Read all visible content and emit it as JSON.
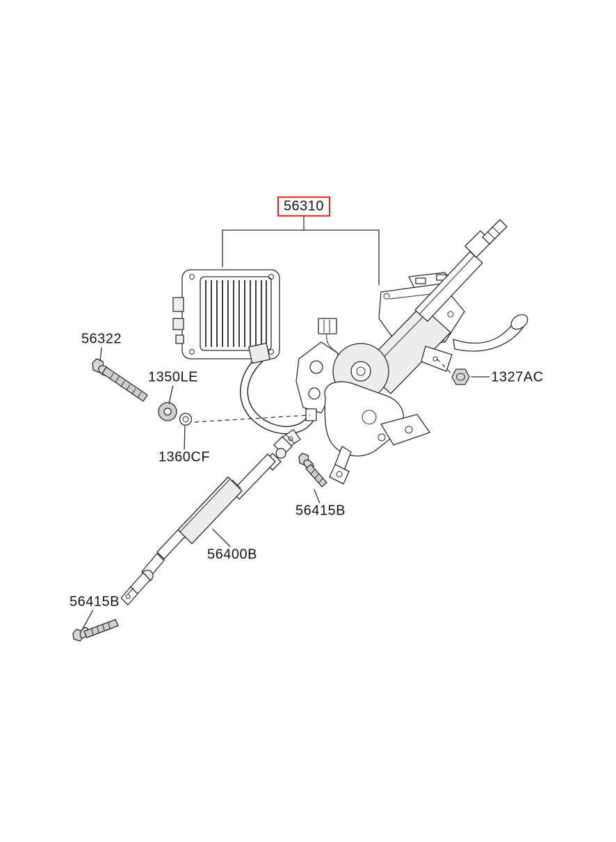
{
  "diagram": {
    "type": "exploded-parts-diagram",
    "subject": "steering-column-and-shaft",
    "colors": {
      "background": "#ffffff",
      "line": "#2b2b2b",
      "highlight_box": "#e01f1f"
    },
    "labels": {
      "main": {
        "text": "56310",
        "highlighted": true
      },
      "bolt_56322": {
        "text": "56322"
      },
      "washer_1350le": {
        "text": "1350LE"
      },
      "washer_1360cf": {
        "text": "1360CF"
      },
      "nut_1327ac": {
        "text": "1327AC"
      },
      "bolt_56415b_mid": {
        "text": "56415B"
      },
      "shaft_56400b": {
        "text": "56400B"
      },
      "bolt_56415b_lower": {
        "text": "56415B"
      }
    }
  }
}
